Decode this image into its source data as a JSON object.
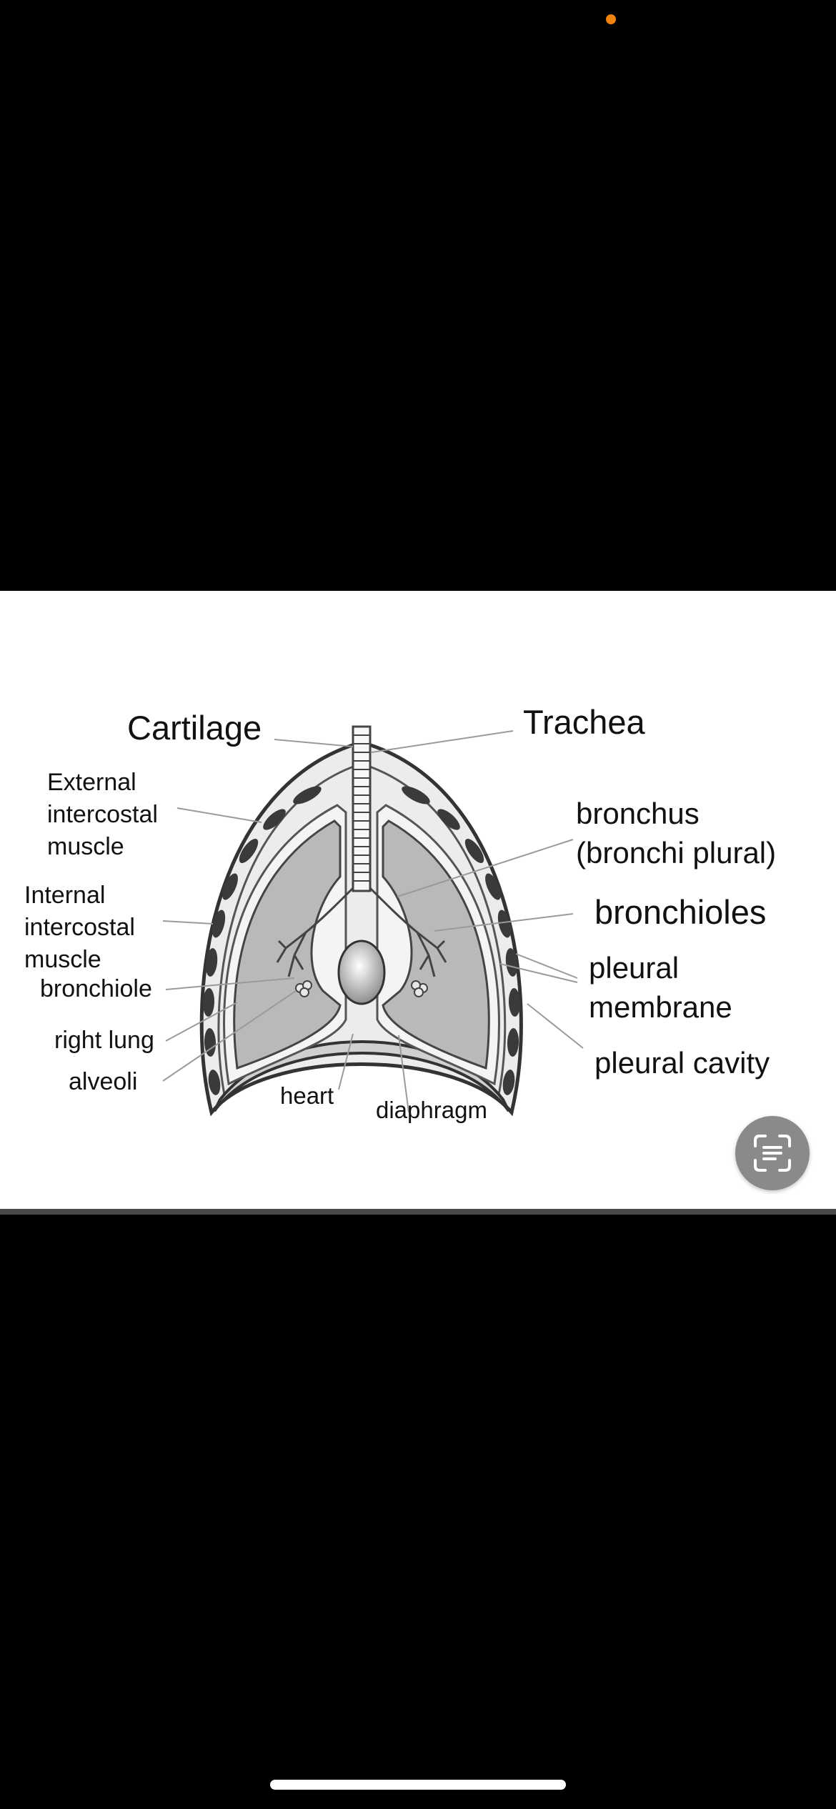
{
  "status": {
    "privacy_indicator_color": "#f0820f"
  },
  "diagram": {
    "labels": {
      "cartilage": "Cartilage",
      "trachea": "Trachea",
      "external_intercostal_muscle": "External\nintercostal\nmuscle",
      "internal_intercostal_muscle": "Internal\nintercostal\nmuscle",
      "bronchiole": "bronchiole",
      "right_lung": "right lung",
      "alveoli": "alveoli",
      "heart": "heart",
      "diaphragm": "diaphragm",
      "bronchus": "bronchus\n(bronchi plural)",
      "bronchioles": "bronchioles",
      "pleural_membrane": "pleural\nmembrane",
      "pleural_cavity": "pleural cavity"
    },
    "colors": {
      "lung_fill": "#b9b9b9",
      "outline": "#3a3a3a",
      "leader_line": "#9a9a9a"
    }
  },
  "controls": {
    "live_text_icon": "live-text-scan-icon"
  },
  "system": {
    "home_indicator_icon": "home-indicator"
  }
}
